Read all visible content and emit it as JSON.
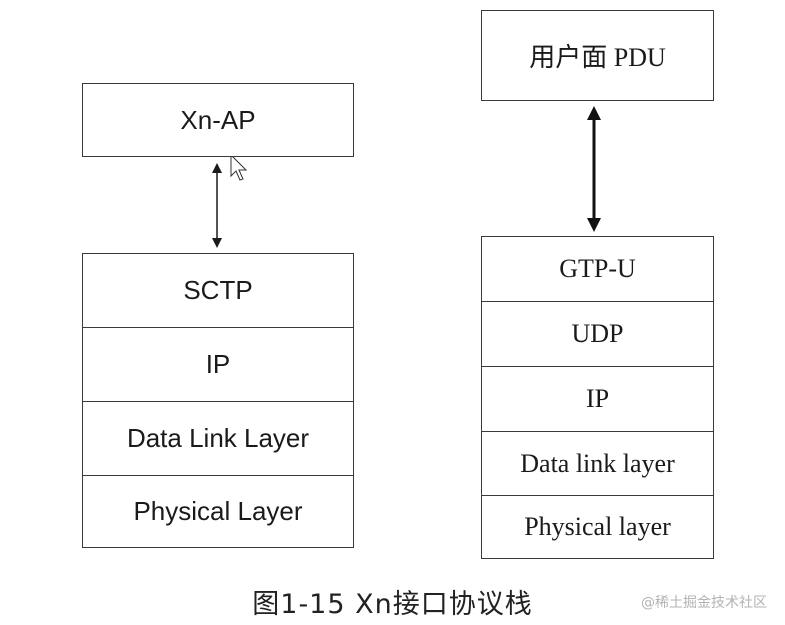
{
  "left_stack": {
    "top_box": "Xn-AP",
    "layers": [
      "SCTP",
      "IP",
      "Data Link Layer",
      "Physical Layer"
    ]
  },
  "right_stack": {
    "top_box": "用户面 PDU",
    "layers": [
      "GTP-U",
      "UDP",
      "IP",
      "Data link layer",
      "Physical layer"
    ]
  },
  "caption": "图1-15  Xn接口协议栈",
  "watermark": "@稀土掘金技术社区"
}
